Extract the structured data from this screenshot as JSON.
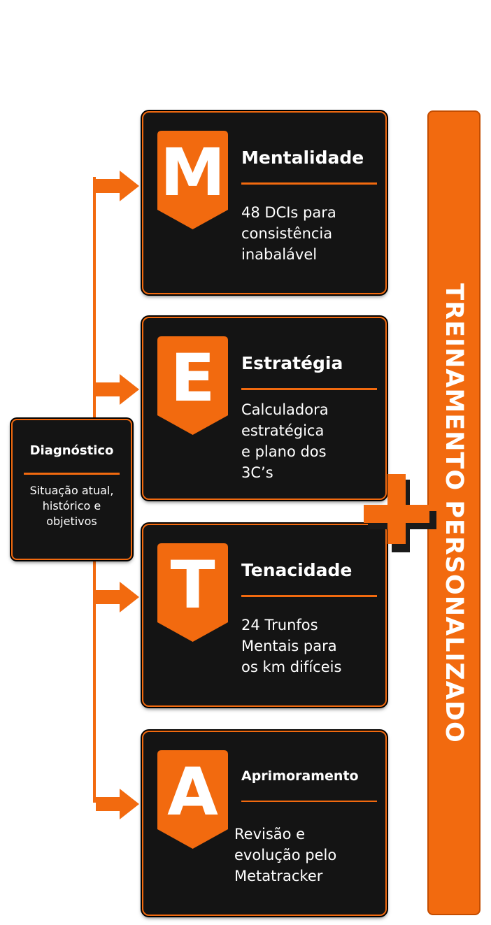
{
  "colors": {
    "accent": "#f26a0f",
    "card_bg": "#141414",
    "text": "#ffffff",
    "shadow": "#1a1a1a"
  },
  "diagnostic": {
    "title": "Diagnóstico",
    "lines": [
      "Situação atual,",
      "histórico e",
      "objetivos"
    ]
  },
  "cards": [
    {
      "letter": "M",
      "title": "Mentalidade",
      "desc": [
        "48 DCIs para",
        "consistência",
        "inabalável"
      ]
    },
    {
      "letter": "E",
      "title": "Estratégia",
      "desc": [
        "Calculadora",
        "estratégica",
        "e plano dos",
        "3C’s"
      ]
    },
    {
      "letter": "T",
      "title": "Tenacidade",
      "desc": [
        "24 Trunfos",
        "Mentais para",
        "os km difíceis"
      ]
    },
    {
      "letter": "A",
      "title": "Aprimoramento",
      "desc": [
        "Revisão e",
        "evolução pelo",
        "Metatracker"
      ]
    }
  ],
  "banner": {
    "text": "TREINAMENTO PERSONALIZADO"
  },
  "icons": {
    "arrow": "arrow-right-icon",
    "plus": "plus-icon",
    "badge": "shield-badge-icon"
  }
}
